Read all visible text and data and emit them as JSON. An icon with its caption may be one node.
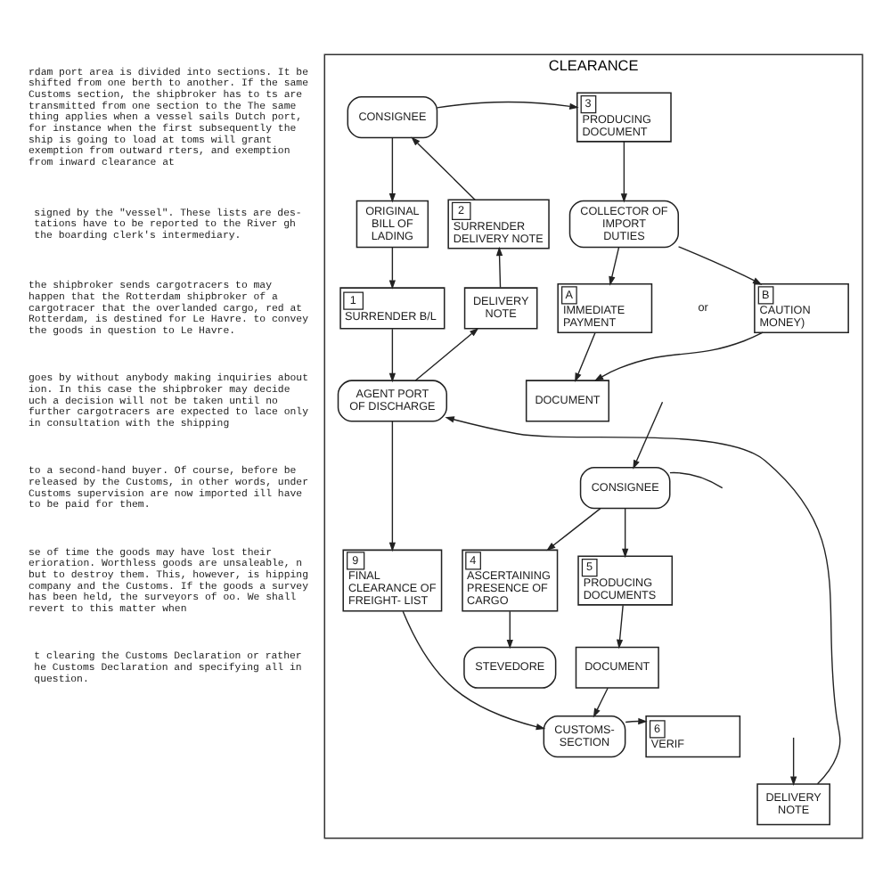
{
  "diagram": {
    "nodes": [
      {
        "text": [
          "CLEARANCE"
        ]
      },
      {
        "text": [
          "CONSIGNEE"
        ],
        "in": 0
      },
      {
        "text": [
          "3",
          "PRODUCING DOCUMENT"
        ],
        "in": 0
      },
      {
        "text": [
          "ORIGINAL BILL OF LADING"
        ],
        "in": 0
      },
      {
        "text": [
          "2",
          "SURRENDER DELIVERY NOTE"
        ],
        "in": 0
      },
      {
        "text": [
          "COLLECTOR OF IMPORT DUTIES"
        ],
        "in": 0
      },
      {
        "text": [
          "1",
          "SURRENDER B/L"
        ],
        "in": 0
      },
      {
        "text": [
          "DELIVERY NOTE"
        ],
        "in": 0
      },
      {
        "text": [
          "A",
          "IMMEDIATE PAYMENT"
        ],
        "in": 0
      },
      {
        "text": [
          "B",
          "CAUTION MONEY)"
        ],
        "in": 0
      },
      {
        "text": [
          "AGENT PORT OF DISCHARGE"
        ],
        "in": 0
      },
      {
        "text": [
          "DOCUMENT"
        ],
        "in": 0
      },
      {
        "text": [
          "CONSIGNEE"
        ],
        "in": 0
      },
      {
        "text": [
          "9",
          "FINAL CLEARANCE OF FREIGHT- LIST"
        ],
        "in": 0
      },
      {
        "text": [
          "4",
          "ASCERTAINING PRESENCE OF CARGO"
        ],
        "in": 0
      },
      {
        "text": [
          "5",
          "PRODUCING DOCUMENTS"
        ],
        "in": 0
      },
      {
        "text": [
          "STEVEDORE"
        ],
        "in": 0
      },
      {
        "text": [
          "DOCUMENT"
        ],
        "in": 0
      },
      {
        "text": [
          "CUSTOMS- SECTION"
        ],
        "in": 0
      },
      {
        "text": [
          "6",
          "VERIF"
        ],
        "in": 0
      },
      {
        "text": [
          "DELIVERY NOTE"
        ],
        "in": 0
      }
    ],
    "edges": [
      {
        "from": 1,
        "to": 2,
        "arrow": "to"
      },
      {
        "from": 1,
        "to": 3,
        "arrow": "to"
      },
      {
        "from": 4,
        "to": 1,
        "arrow": "to"
      },
      {
        "from": 3,
        "to": 6,
        "arrow": "to"
      },
      {
        "from": 7,
        "to": 4,
        "arrow": "to"
      },
      {
        "from": 6,
        "to": 10,
        "arrow": "to"
      },
      {
        "from": 10,
        "to": 7,
        "arrow": "to"
      },
      {
        "from": 2,
        "to": 5,
        "arrow": "to"
      },
      {
        "from": 5,
        "to": 8,
        "arrow": "to"
      },
      {
        "from": 5,
        "to": 9,
        "arrow": "to"
      },
      {
        "from": 8,
        "to": 11,
        "arrow": "to"
      },
      {
        "from": 9,
        "to": 11,
        "arrow": "to"
      },
      {
        "from": null,
        "to": 12,
        "arrow": "to"
      },
      {
        "from": 10,
        "to": 13,
        "arrow": "to"
      },
      {
        "from": 12,
        "to": 14,
        "arrow": "to"
      },
      {
        "from": 12,
        "to": 15,
        "arrow": "to"
      },
      {
        "from": 12,
        "to": null,
        "arrow": "none"
      },
      {
        "from": 14,
        "to": 16,
        "arrow": "to"
      },
      {
        "from": 15,
        "to": 17,
        "arrow": "to"
      },
      {
        "from": 17,
        "to": 18,
        "arrow": "to"
      },
      {
        "from": 13,
        "to": 18,
        "arrow": "to"
      },
      {
        "from": 18,
        "to": 19,
        "arrow": "to"
      },
      {
        "from": null,
        "to": 20,
        "arrow": "to"
      },
      {
        "from": 20,
        "to": 10,
        "arrow": "to"
      }
    ],
    "labels": [
      "rdam port area is divided into sections. It be shifted from one berth to another. If the same Customs section, the shipbroker has to ts are transmitted from one section to the The same thing applies when a vessel sails Dutch port, for instance when the first subsequently the ship is going to load at toms will grant exemption from outward rters, and exemption from inward clearance at",
      "signed by the \"vessel\". These lists are des- tations have to be reported to the River gh the boarding clerk's intermediary.",
      "the shipbroker sends cargotracers to may happen that the Rotterdam shipbroker of a cargotracer that the overlanded cargo, red at Rotterdam, is destined for Le Havre. to convey the goods in question to Le Havre.",
      "goes by without anybody making inquiries about ion. In this case the shipbroker may decide uch a decision will not be taken until no further cargotracers are expected to lace only in consultation with the shipping",
      "to a second-hand buyer. Of course, before be released by the Customs, in other words, under Customs supervision are now imported ill have to be paid for them.",
      "se of time the goods may have lost their erioration. Worthless goods are unsaleable, n but to destroy them. This, however, is hipping company and the Customs. If the goods a survey has been held, the surveyors of oo. We shall revert to this matter when",
      "t clearing the Customs Declaration or rather he Customs Declaration and specifying all in question.",
      "or"
    ]
  }
}
